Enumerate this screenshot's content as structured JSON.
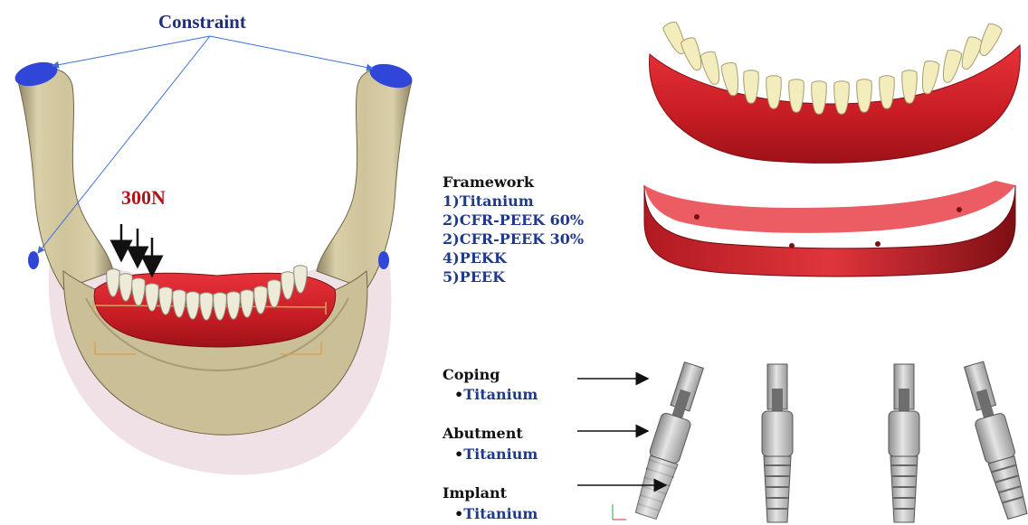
{
  "labels": {
    "constraint": "Constraint",
    "force": "300N"
  },
  "framework": {
    "title": "Framework",
    "materials": [
      "1)Titanium",
      "2)CFR-PEEK 60%",
      "2)CFR-PEEK 30%",
      "4)PEKK",
      "5)PEEK"
    ]
  },
  "components": [
    {
      "name": "Coping",
      "material": "Titanium"
    },
    {
      "name": "Abutment",
      "material": "Titanium"
    },
    {
      "name": "Implant",
      "material": "Titanium"
    }
  ],
  "colors": {
    "constraint_text": "#1f2f7a",
    "force_text": "#b3141a",
    "material_text": "#1f3a8a",
    "constraint_marker": "#2f46d8",
    "gingiva": "#d8232e",
    "teeth": "#f3ecbd",
    "bone": "#c9bd93"
  }
}
